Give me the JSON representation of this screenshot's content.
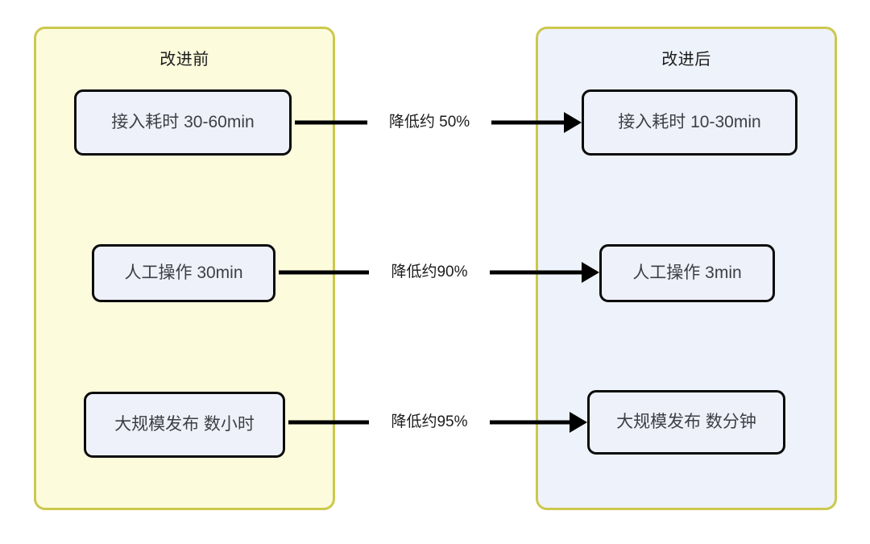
{
  "diagram": {
    "title_before": "改进前",
    "title_after": "改进后",
    "colors": {
      "panel_before_fill": "#fcfbdc",
      "panel_after_fill": "#eef2fa",
      "panel_border": "#cbc84e",
      "node_fill": "#eef1fa",
      "node_border": "#0b0b0b",
      "connector": "#000000",
      "text": "#3c3f44"
    },
    "before_nodes": [
      {
        "label": "接入耗时 30-60min"
      },
      {
        "label": "人工操作 30min"
      },
      {
        "label": "大规模发布 数小时"
      }
    ],
    "after_nodes": [
      {
        "label": "接入耗时 10-30min"
      },
      {
        "label": "人工操作 3min"
      },
      {
        "label": "大规模发布 数分钟"
      }
    ],
    "arrows": [
      {
        "label": "降低约 50%"
      },
      {
        "label": "降低约90%"
      },
      {
        "label": "降低约95%"
      }
    ]
  }
}
